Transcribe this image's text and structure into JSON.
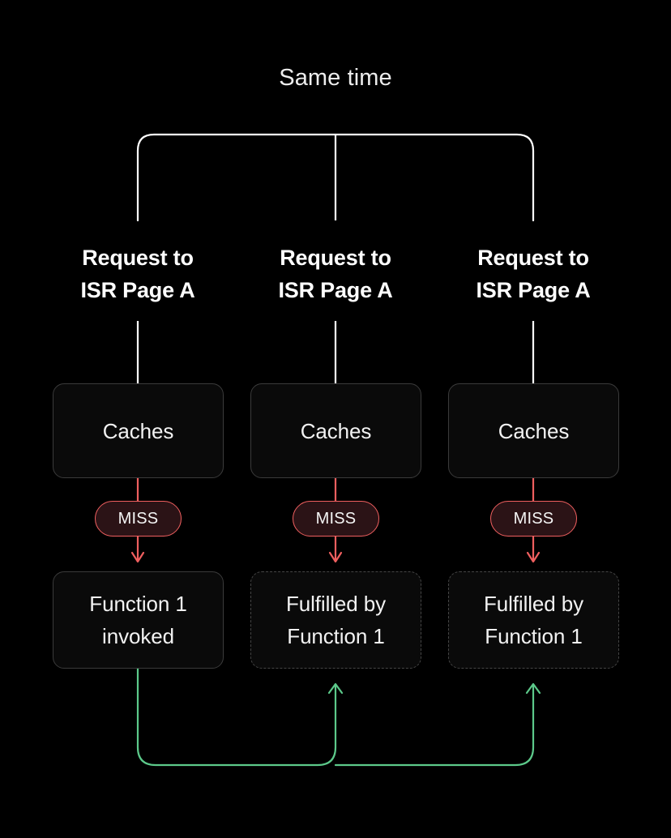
{
  "diagram": {
    "title": "Same time",
    "background_color": "#000000",
    "colors": {
      "text": "#ffffff",
      "box_fill": "#0a0a0a",
      "box_border": "#3b3b3b",
      "dashed_border": "#454545",
      "connector_white": "#ffffff",
      "connector_red": "#ef5f5f",
      "connector_green": "#5cc98a",
      "badge_fill": "#2b1316",
      "badge_border": "#ef5f5f"
    },
    "columns": [
      {
        "request_label": "Request to\nISR Page A",
        "request_line1": "Request to",
        "request_line2": "ISR Page A",
        "cache_label": "Caches",
        "badge_label": "MISS",
        "outcome_line1": "Function 1",
        "outcome_line2": "invoked",
        "outcome_style": "solid"
      },
      {
        "request_label": "Request to\nISR Page A",
        "request_line1": "Request to",
        "request_line2": "ISR Page A",
        "cache_label": "Caches",
        "badge_label": "MISS",
        "outcome_line1": "Fulfilled by",
        "outcome_line2": "Function 1",
        "outcome_style": "dashed"
      },
      {
        "request_label": "Request to\nISR Page A",
        "request_line1": "Request to",
        "request_line2": "ISR Page A",
        "cache_label": "Caches",
        "badge_label": "MISS",
        "outcome_line1": "Fulfilled by",
        "outcome_line2": "Function 1",
        "outcome_style": "dashed"
      }
    ]
  }
}
